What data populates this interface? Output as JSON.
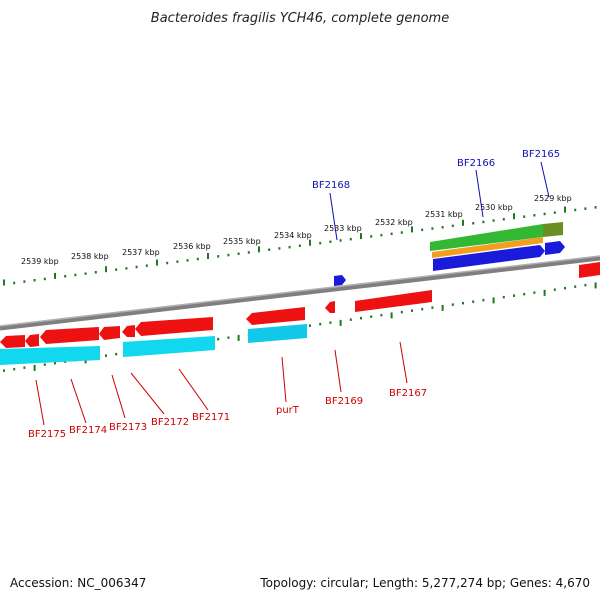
{
  "title": "Bacteroides fragilis YCH46, complete genome",
  "footer": {
    "accession": "Accession: NC_006347",
    "summary": "Topology: circular; Length: 5,277,274 bp; Genes: 4,670"
  },
  "colors": {
    "backbone": "#808080",
    "forward_gene": "#ee1111",
    "reverse_gene": "#ee1111",
    "blue_gene": "#1a1adb",
    "cyan_feature": "#11d8ee",
    "green_feature": "#33b833",
    "orange_feature": "#f0a020",
    "olive_feature": "#6b8e23",
    "tick_marks": "#1f7a1f",
    "label_red": "#cc0000",
    "label_blue": "#1010b0"
  },
  "ticks": {
    "outer": [
      "2529 kbp",
      "2530 kbp",
      "2531 kbp",
      "2532 kbp",
      "2533 kbp",
      "2534 kbp",
      "2535 kbp",
      "2536 kbp",
      "2537 kbp",
      "2538 kbp",
      "2539 kbp"
    ]
  },
  "labels": {
    "top": [
      "BF2165",
      "BF2166",
      "BF2168"
    ],
    "bottom": [
      "BF2167",
      "BF2169",
      "purT",
      "BF2171",
      "BF2172",
      "BF2173",
      "BF2174",
      "BF2175"
    ]
  }
}
